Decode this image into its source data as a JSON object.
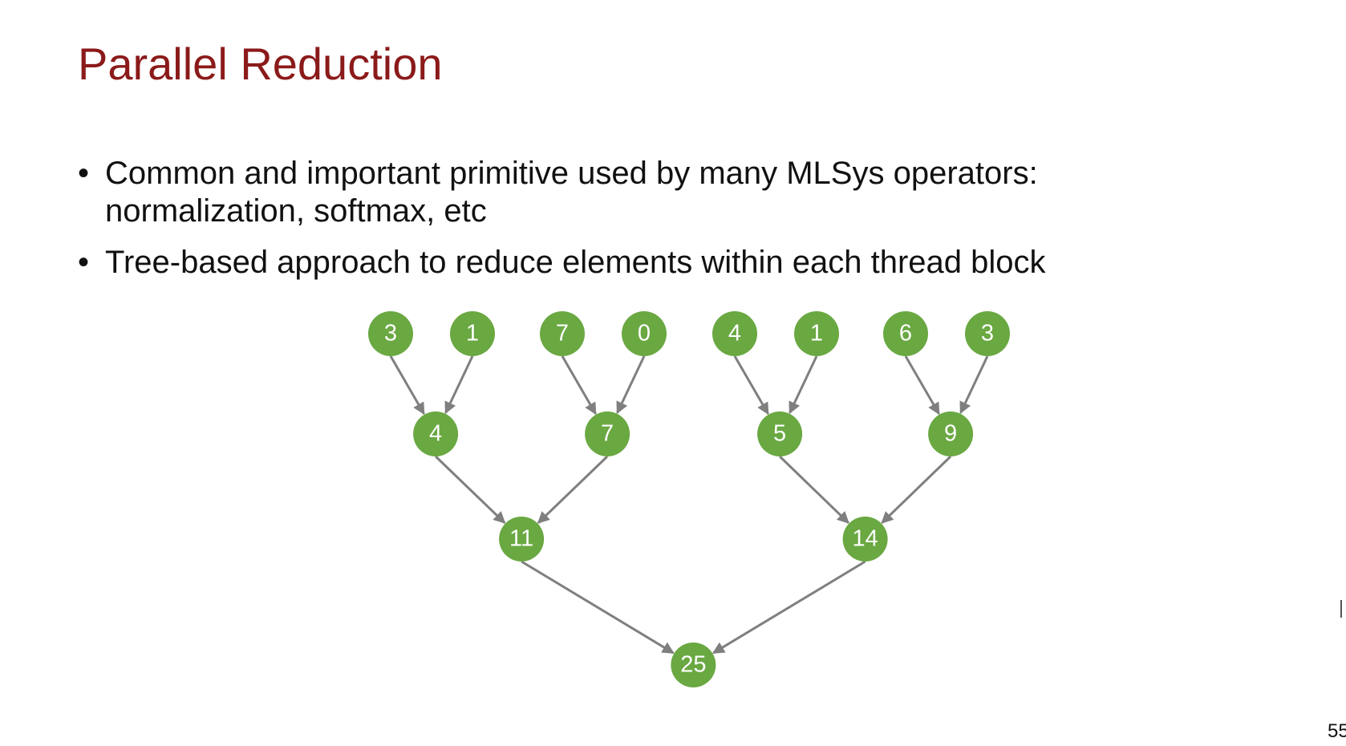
{
  "slide": {
    "title": "Parallel Reduction",
    "page_number": "55"
  },
  "bullets": [
    {
      "marker": "•",
      "lines": [
        "Common and important primitive used by many MLSys operators:",
        "normalization, softmax, etc"
      ]
    },
    {
      "marker": "•",
      "lines": [
        "Tree-based approach to reduce elements within each thread block"
      ]
    }
  ],
  "diagram": {
    "node_color": "#6aa842",
    "edge_color": "#7f7f7f",
    "levels": [
      [
        "3",
        "1",
        "7",
        "0",
        "4",
        "1",
        "6",
        "3"
      ],
      [
        "4",
        "7",
        "5",
        "9"
      ],
      [
        "11",
        "14"
      ],
      [
        "25"
      ]
    ]
  }
}
